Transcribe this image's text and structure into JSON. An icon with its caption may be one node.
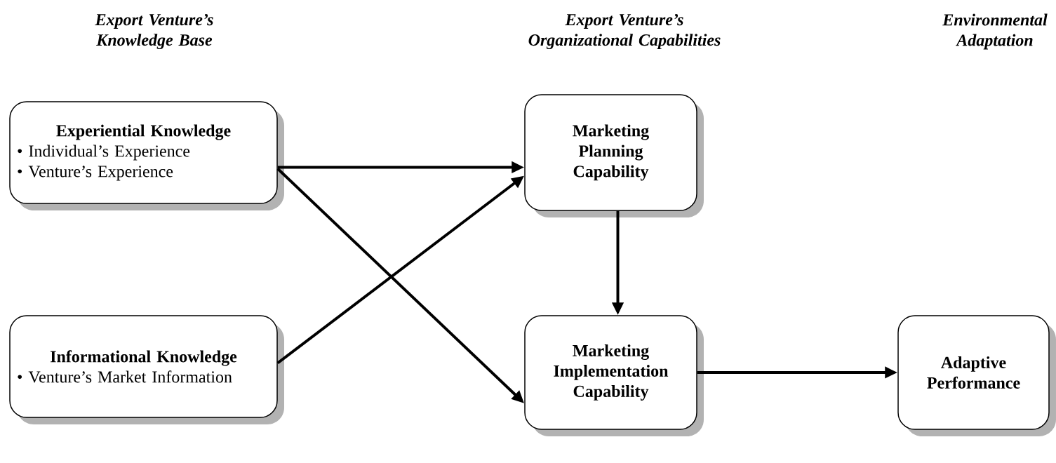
{
  "diagram": {
    "nodes": [
      {
        "text": [
          "Experiential Knowledge",
          "• Individual’s Experience",
          "• Venture’s Experience"
        ]
      },
      {
        "text": [
          "Informational Knowledge",
          "• Venture’s Market Information"
        ]
      },
      {
        "text": [
          "Marketing Planning Capability"
        ]
      },
      {
        "text": [
          "Marketing Implementation Capability"
        ]
      },
      {
        "text": [
          "Adaptive Performance"
        ]
      }
    ],
    "edges": [
      {
        "from": 0,
        "to": 2,
        "arrow": "to"
      },
      {
        "from": 0,
        "to": 3,
        "arrow": "to"
      },
      {
        "from": 1,
        "to": 2,
        "arrow": "to"
      },
      {
        "from": 2,
        "to": 3,
        "arrow": "to"
      },
      {
        "from": 3,
        "to": 4,
        "arrow": "to"
      }
    ],
    "labels": [
      "Export Venture’s Knowledge Base",
      "Export Venture’s Organizational Capabilities",
      "Environmental Adaptation"
    ]
  }
}
